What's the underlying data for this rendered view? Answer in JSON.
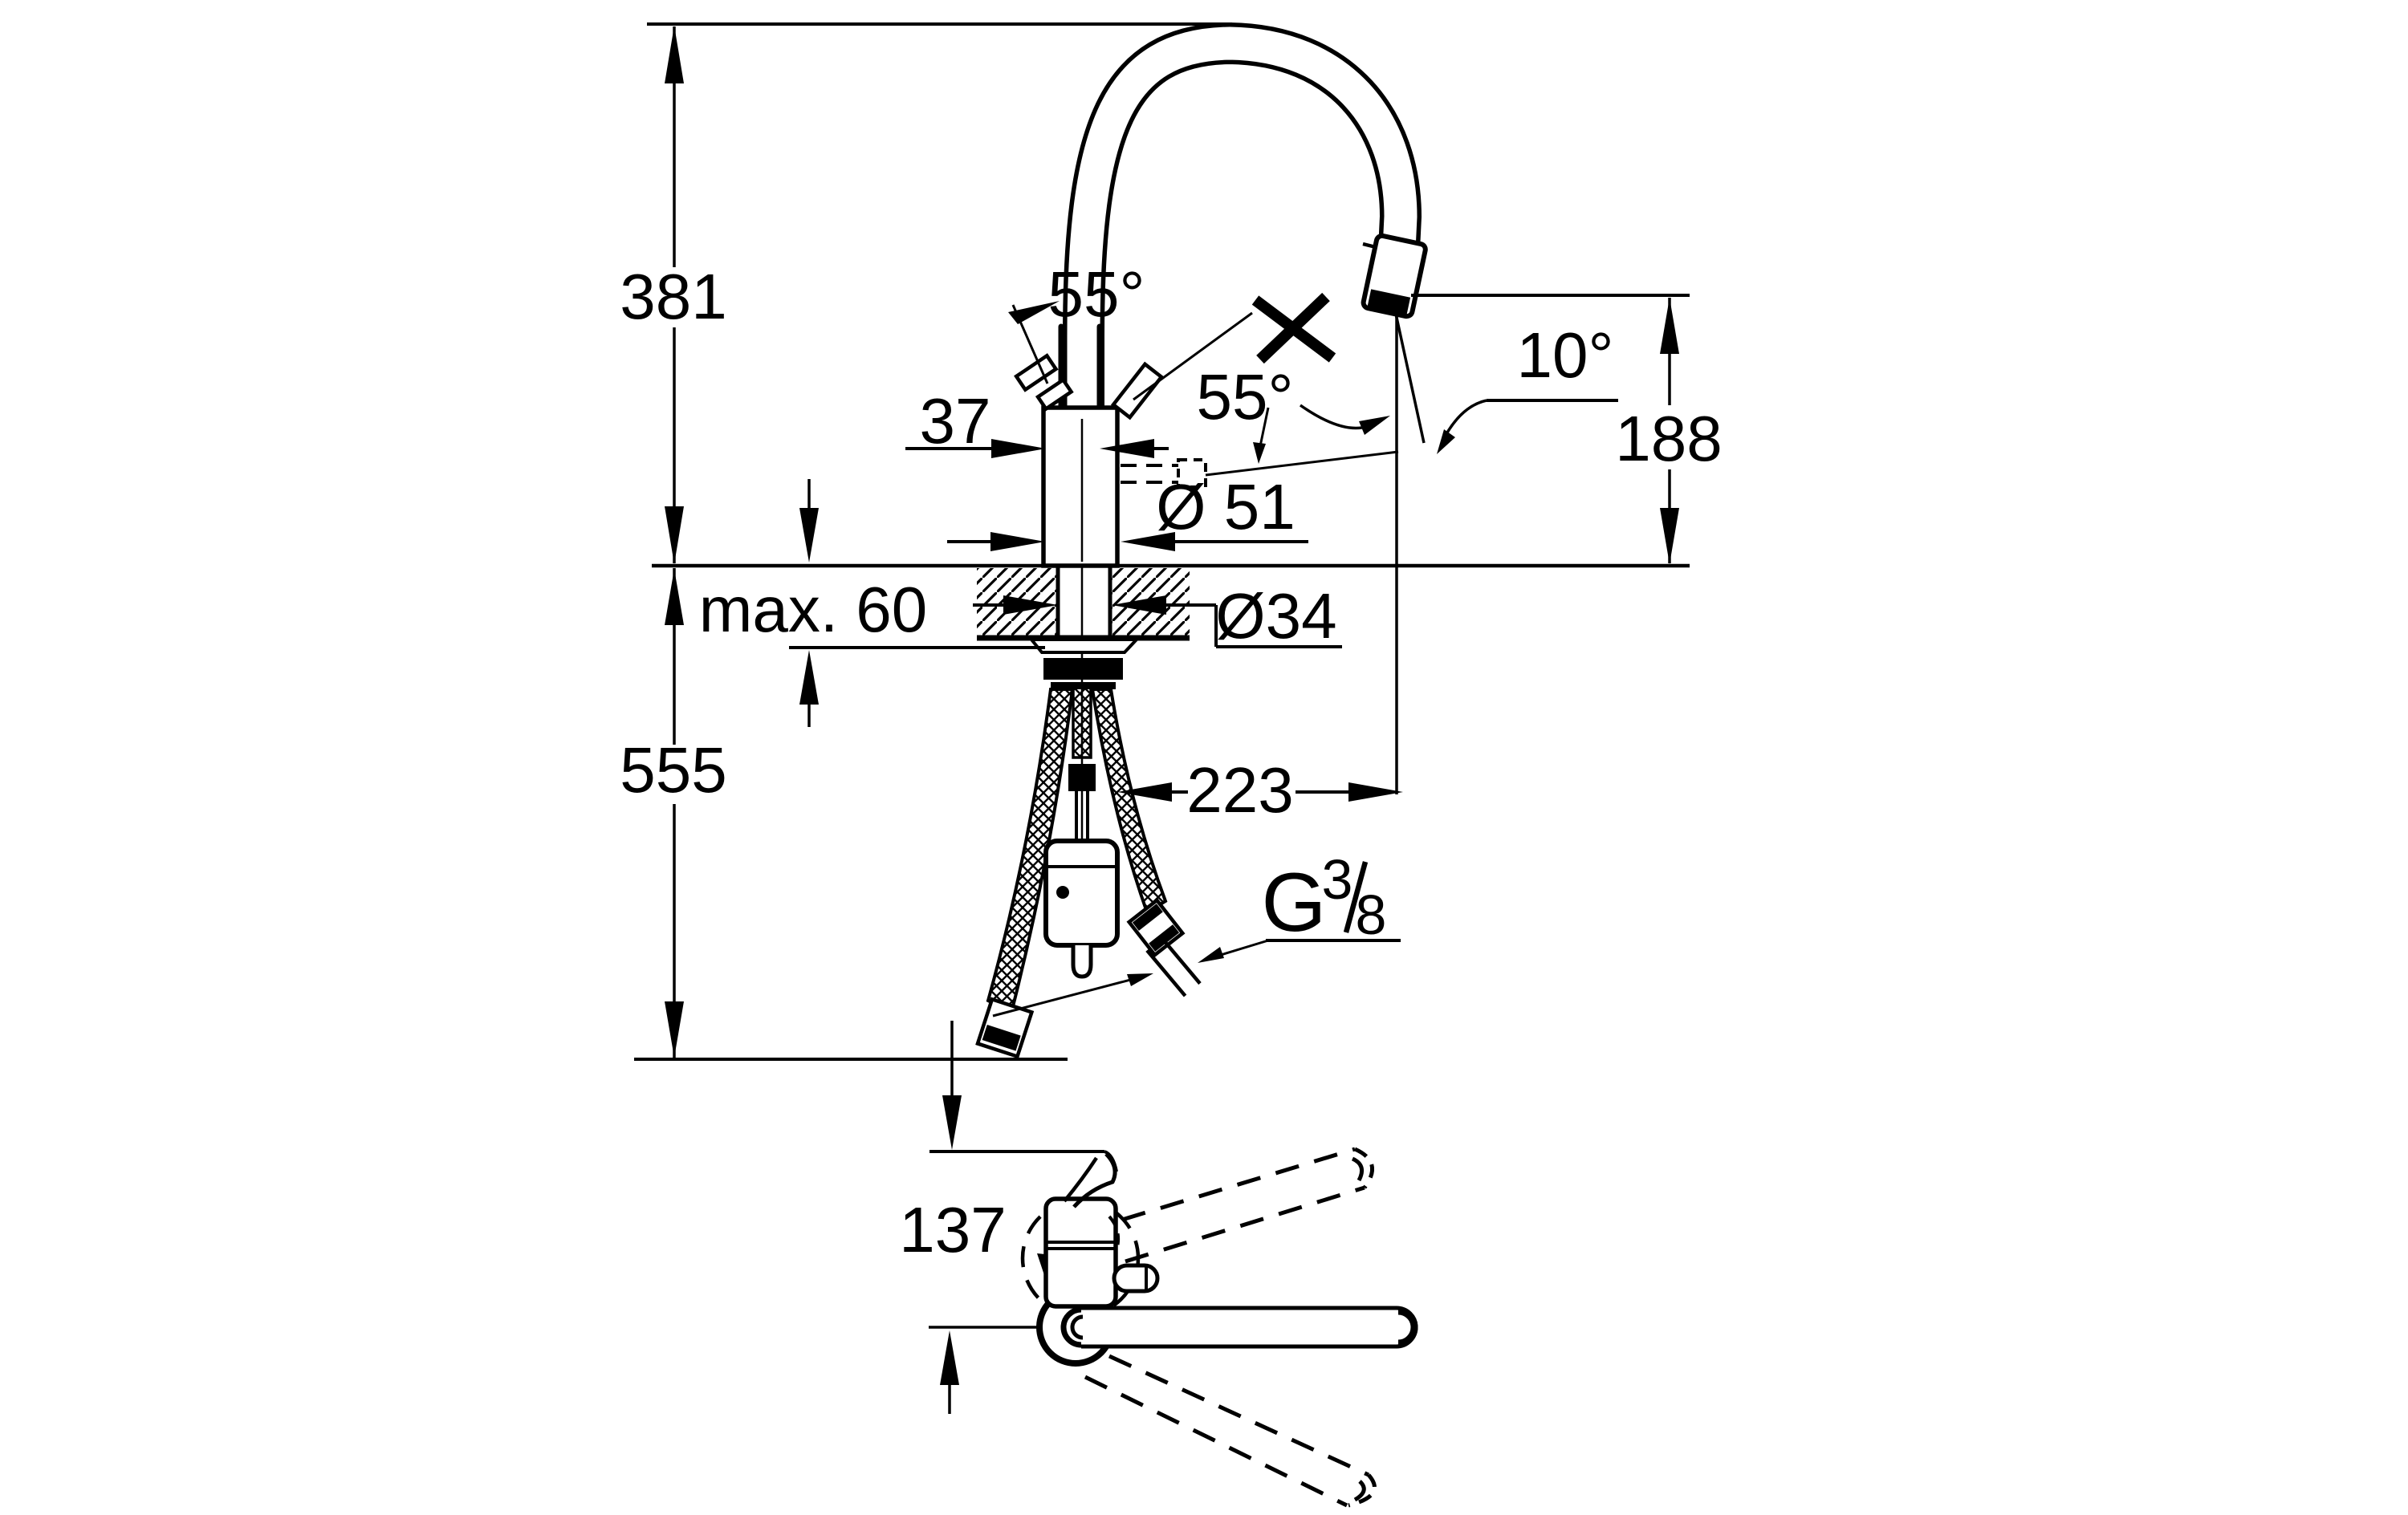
{
  "drawing": {
    "type": "technical-dimension-drawing",
    "subject": "kitchen-faucet-single-lever-pullout-spray",
    "line_color": "#000000",
    "background_color": "#ffffff"
  },
  "dimensions": {
    "total_height": "381",
    "handle_angle_left": "55°",
    "handle_angle_right": "55°",
    "spray_angle": "10°",
    "body_width": "37",
    "body_diameter": "Ø 51",
    "outlet_height": "188",
    "max_counter_thickness": "max. 60",
    "hole_diameter": "Ø34",
    "total_depth": "555",
    "spout_reach": "223",
    "thread_letter": "G",
    "thread_numerator": "3",
    "thread_denominator": "8",
    "top_view_offset": "137"
  }
}
